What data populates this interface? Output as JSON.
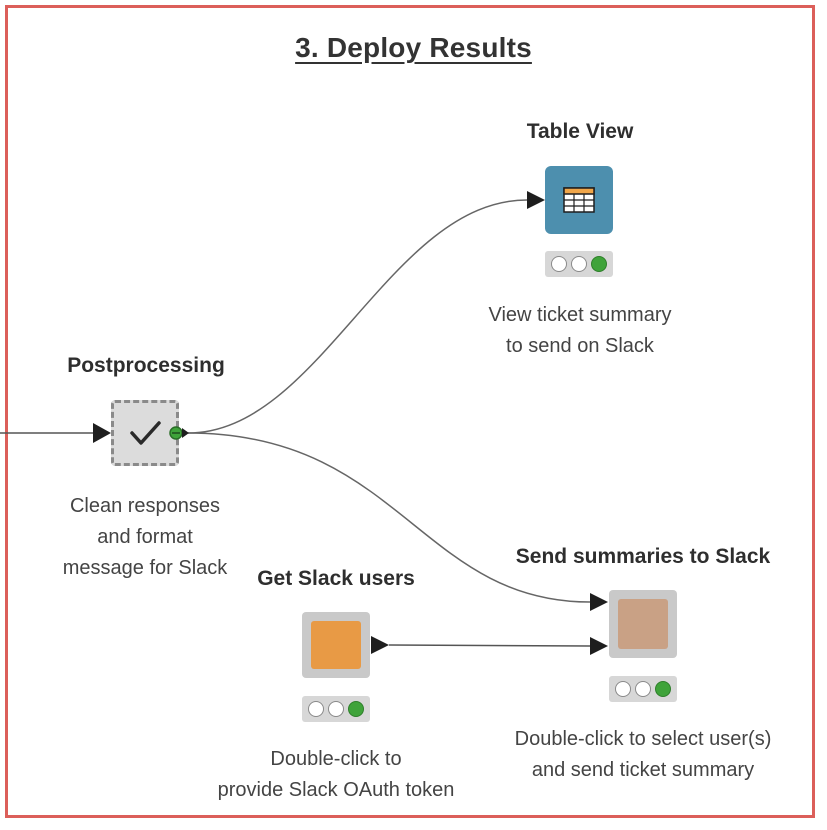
{
  "title": "3. Deploy Results",
  "nodes": {
    "postprocessing": {
      "name": "Postprocessing",
      "description": [
        "Clean responses",
        "and format",
        "message for Slack"
      ],
      "icon": "checkmark-icon"
    },
    "table_view": {
      "name": "Table View",
      "description": [
        "View ticket summary",
        "to send on Slack"
      ],
      "icon": "table-icon",
      "color": "#4d8fae"
    },
    "get_slack_users": {
      "name": "Get Slack users",
      "description": [
        "Double-click to",
        "provide Slack OAuth token"
      ],
      "color": "#e89a45"
    },
    "send_summaries": {
      "name": "Send summaries to Slack",
      "description": [
        "Double-click to select user(s)",
        "and send ticket summary"
      ],
      "color": "#c9a185"
    }
  },
  "colors": {
    "frame_border": "#dc5f5a",
    "status_green": "#3fa33a"
  }
}
